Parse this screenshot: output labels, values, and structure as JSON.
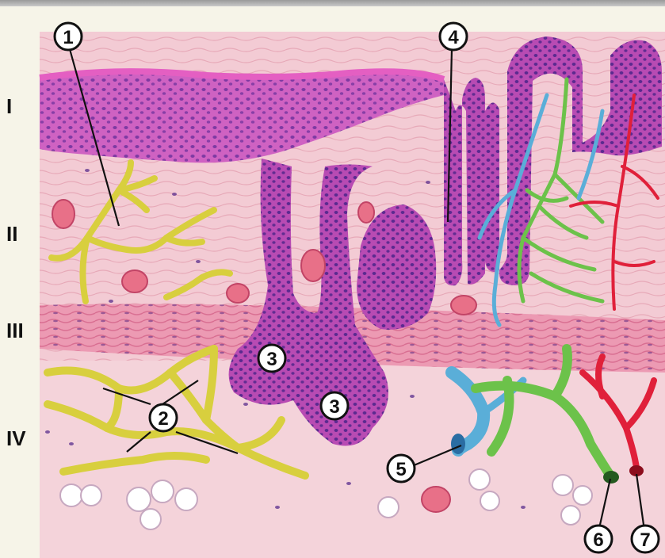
{
  "layers": [
    {
      "id": "I",
      "label": "I"
    },
    {
      "id": "II",
      "label": "II"
    },
    {
      "id": "III",
      "label": "III"
    },
    {
      "id": "IV",
      "label": "IV"
    }
  ],
  "callouts": [
    {
      "id": "c1",
      "label": "1"
    },
    {
      "id": "c2",
      "label": "2"
    },
    {
      "id": "c3a",
      "label": "3"
    },
    {
      "id": "c3b",
      "label": "3"
    },
    {
      "id": "c4",
      "label": "4"
    },
    {
      "id": "c5",
      "label": "5"
    },
    {
      "id": "c6",
      "label": "6"
    },
    {
      "id": "c7",
      "label": "7"
    }
  ],
  "colors": {
    "background": "#f6f4e8",
    "epithelium": "#c64fb8",
    "epithelium_light": "#d77bd0",
    "nuclei": "#5a2d8c",
    "connective_tissue": "#f2c9d2",
    "muscle_layer": "#e58aa8",
    "nerve_fibers": "#d9d24a",
    "vein": "#5aaed8",
    "lymph_vessel": "#6fc24a",
    "artery": "#e0203a"
  }
}
